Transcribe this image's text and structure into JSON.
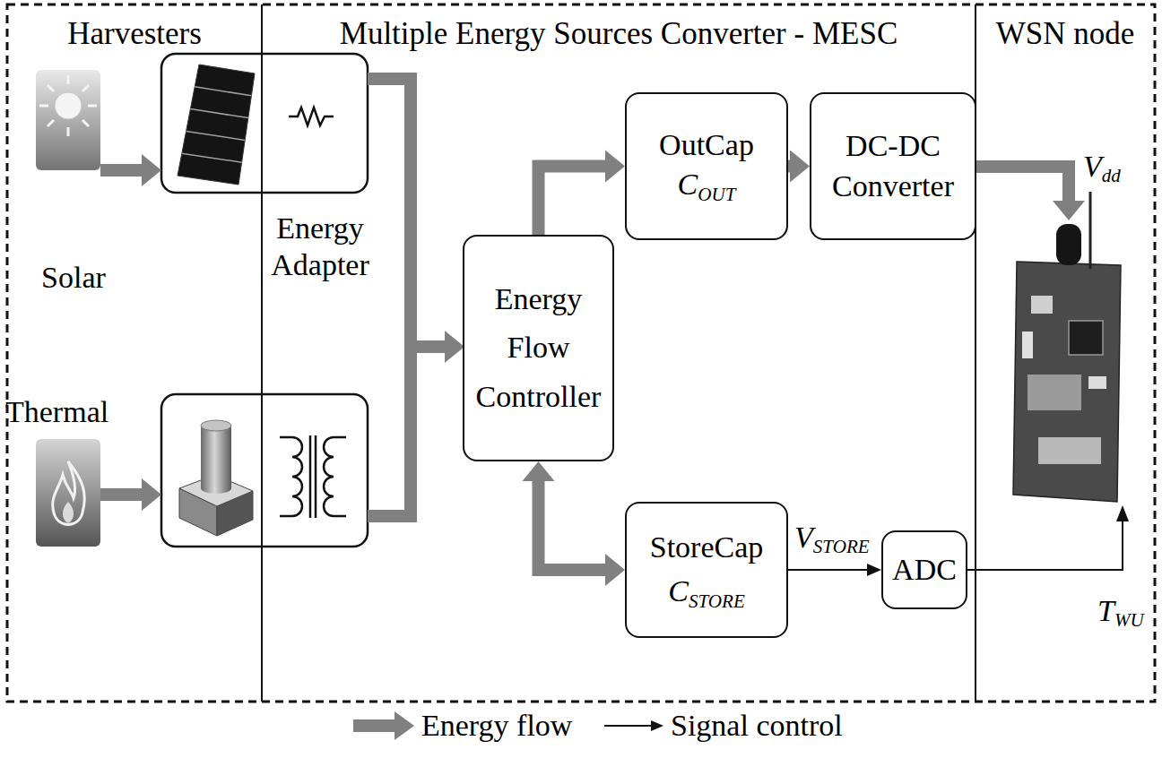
{
  "diagram": {
    "nodes": [
      {
        "text": [
          "Harvesters"
        ]
      },
      {
        "text": [
          "Multiple Energy Sources Converter - MESC"
        ]
      },
      {
        "text": [
          "WSN node"
        ]
      },
      {
        "text": [
          "Energy Flow Controller"
        ],
        "in": 1
      },
      {
        "text": [
          "OutCap",
          "C",
          "OUT"
        ],
        "in": 1
      },
      {
        "text": [
          "DC-DC Converter"
        ],
        "in": 1
      },
      {
        "text": [
          "StoreCap",
          "C",
          "STORE"
        ],
        "in": 1
      },
      {
        "text": [
          "ADC"
        ],
        "in": 1
      }
    ],
    "edges": [
      {
        "from": 3,
        "to": 4,
        "arrow": "to"
      },
      {
        "from": 4,
        "to": 5,
        "arrow": "to"
      },
      {
        "from": 3,
        "to": 6,
        "arrow": "both"
      },
      {
        "from": 6,
        "to": 7,
        "arrow": "to"
      }
    ],
    "labels": [
      "Solar",
      "Thermal",
      "Energy Adapter",
      "V",
      "dd",
      "V",
      "STORE",
      "T",
      "WU"
    ],
    "legend": [
      {
        "text": "Energy flow"
      },
      {
        "text": "Signal control"
      }
    ]
  }
}
